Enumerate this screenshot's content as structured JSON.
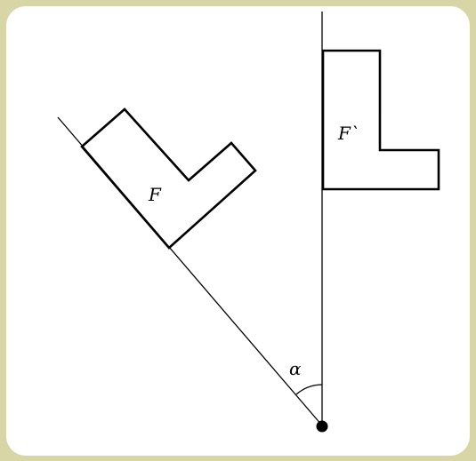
{
  "labels": {
    "original_shape": "F",
    "rotated_shape": "F`",
    "angle": "α"
  }
}
